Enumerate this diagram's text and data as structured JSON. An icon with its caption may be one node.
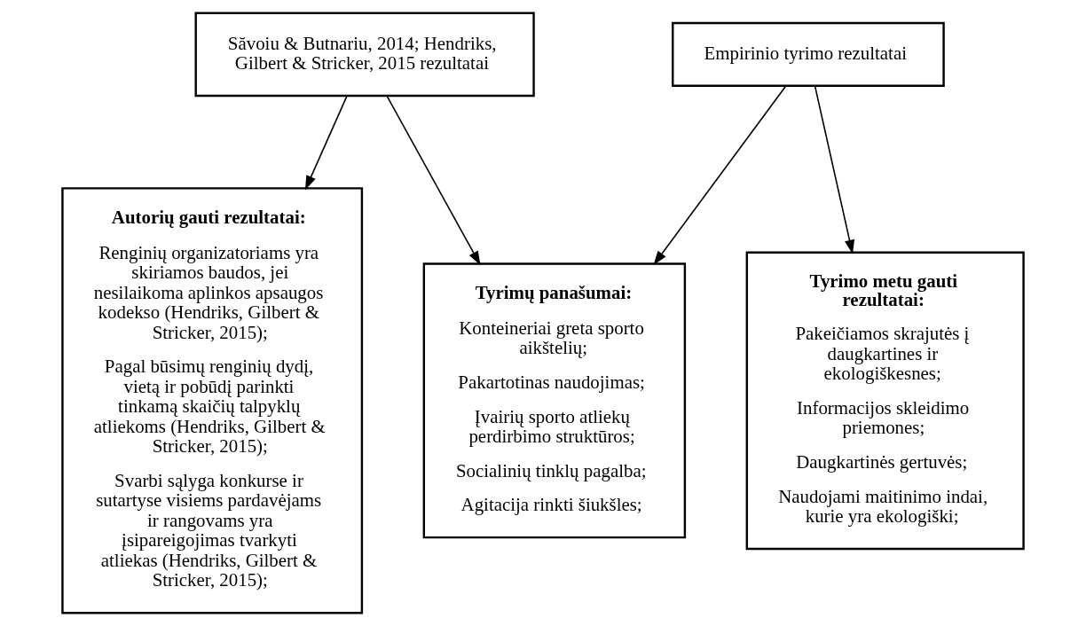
{
  "diagram": {
    "nodes": [
      {
        "text": [
          "Săvoiu & Butnariu, 2014; Hendriks, Gilbert & Stricker, 2015 rezultatai"
        ]
      },
      {
        "text": [
          "Empirinio tyrimo rezultatai"
        ]
      },
      {
        "text": [
          "Autorių gauti rezultatai:",
          "Renginių organizatoriams yra skiriamos baudos, jei nesilaikoma aplinkos apsaugos kodekso (Hendriks, Gilbert & Stricker, 2015);",
          "Pagal būsimų renginių dydį, vietą ir pobūdį parinkti tinkamą skaičių talpyklų atliekoms (Hendriks, Gilbert & Stricker, 2015);",
          "Svarbi sąlyga konkurse ir sutartyse visiems pardavėjams ir rangovams yra įsipareigojimas tvarkyti atliekas (Hendriks, Gilbert & Stricker, 2015);"
        ]
      },
      {
        "text": [
          "Tyrimų panašumai:",
          "Konteineriai greta sporto aikštelių;",
          "Pakartotinas naudojimas;",
          "Įvairių sporto atliekų perdirbimo struktūros;",
          "Socialinių tinklų pagalba;",
          "Agitacija rinkti šiukšles;"
        ]
      },
      {
        "text": [
          "Tyrimo metu gauti rezultatai:",
          "Pakeičiamos skrajutės į daugkartines ir ekologiškesnes;",
          "Informacijos skleidimo priemones;",
          "Daugkartinės gertuvės;",
          "Naudojami maitinimo indai, kurie yra ekologiški;"
        ]
      }
    ],
    "edges": [
      {
        "from": 0,
        "to": 2,
        "arrow": "to"
      },
      {
        "from": 0,
        "to": 3,
        "arrow": "to"
      },
      {
        "from": 1,
        "to": 3,
        "arrow": "to"
      },
      {
        "from": 1,
        "to": 4,
        "arrow": "to"
      }
    ]
  }
}
